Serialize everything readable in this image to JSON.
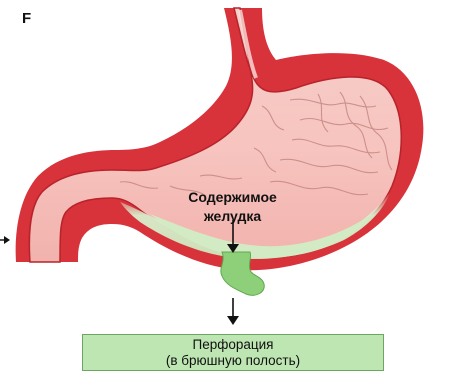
{
  "panel": {
    "letter": "F"
  },
  "labels": {
    "contents_line1": "Содержимое",
    "contents_line2": "желудка",
    "perforation_line1": "Перфорация",
    "perforation_line2": "(в брюшную полость)"
  },
  "colors": {
    "stomach_wall": "#d8323a",
    "stomach_lumen": "#f7c4bf",
    "mucosa_folds": "#c98a86",
    "gastric_contents": "#d2ebc5",
    "leaking_contents": "#8ed07a",
    "perforation_box": "#bde6b2",
    "arrow": "#111111"
  }
}
